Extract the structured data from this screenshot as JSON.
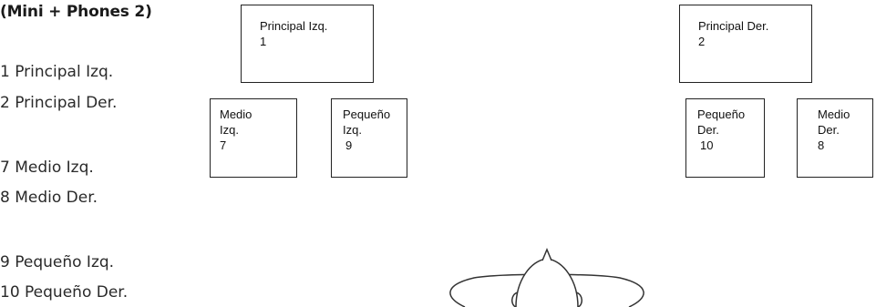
{
  "heading": "(Mini + Phones 2)",
  "legend": [
    "1 Principal Izq.",
    "2 Principal Der.",
    "7 Medio Izq.",
    "8 Medio Der.",
    "9 Pequeño Izq.",
    "10 Pequeño Der."
  ],
  "speakers": {
    "principal_izq": {
      "name": "Principal Izq.",
      "number": "1"
    },
    "principal_der": {
      "name": "Principal Der.",
      "number": "2"
    },
    "medio_izq": {
      "name": "Medio\nIzq.",
      "number": "7"
    },
    "pequeno_izq": {
      "name": "Pequeño\nIzq.",
      "number": "9"
    },
    "pequeno_der": {
      "name": "Pequeño\nDer.",
      "number": "10"
    },
    "medio_der": {
      "name": "Medio\nDer.",
      "number": "8"
    }
  }
}
